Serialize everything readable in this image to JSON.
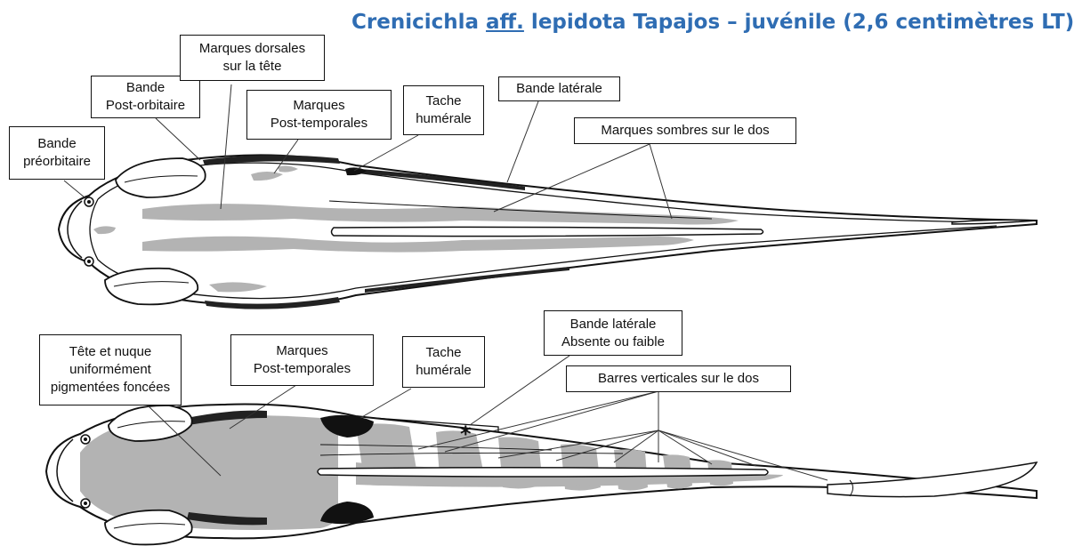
{
  "title": {
    "prefix": "Crenicichla ",
    "underlined": "aff.",
    "suffix": " lepidota Tapajos – juvénile (2,6 centimètres LT)"
  },
  "top_fish": {
    "labels": {
      "preorbital": [
        "Bande",
        "préorbitaire"
      ],
      "postorbital": [
        "Bande",
        "Post-orbitaire"
      ],
      "dorsal_head": [
        "Marques dorsales",
        "sur la tête"
      ],
      "posttemporal": [
        "Marques",
        "Post-temporales"
      ],
      "humeral": [
        "Tache",
        "humérale"
      ],
      "lateral": [
        "Bande latérale"
      ],
      "dark_back": [
        "Marques sombres sur le dos"
      ]
    }
  },
  "bottom_fish": {
    "labels": {
      "head_nape": [
        "Tête et nuque",
        "uniformément",
        "pigmentées foncées"
      ],
      "posttemporal": [
        "Marques",
        "Post-temporales"
      ],
      "humeral": [
        "Tache",
        "humérale"
      ],
      "lateral_absent": [
        "Bande latérale",
        "Absente ou faible"
      ],
      "vertical_bars": [
        "Barres verticales sur le dos"
      ]
    },
    "asterisk": "*"
  },
  "colors": {
    "title": "#2f6db3",
    "marking_gray": "#b3b3b3",
    "outline": "#111111",
    "dark_band": "#222222"
  }
}
